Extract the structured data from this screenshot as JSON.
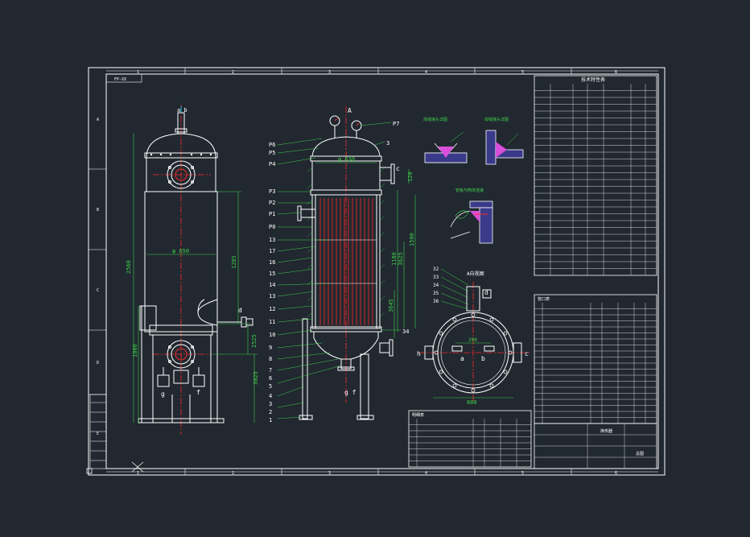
{
  "colors": {
    "background": "#212830",
    "frame": "#ffffff",
    "geometry": "#ffffff",
    "centerline": "#ff2a2a",
    "dimension": "#3fd04a",
    "leader": "#3fd04a",
    "labels": "#ffffff",
    "accent_cyan": "#19c4d8",
    "accent_magenta": "#d94fd9",
    "accent_yellow": "#e8e030",
    "table_text": "#ffffff"
  },
  "sheet": {
    "zone_numbers": [
      "1",
      "2",
      "3",
      "4",
      "5",
      "6"
    ],
    "zone_letters": [
      "A",
      "B",
      "C",
      "D",
      "E"
    ],
    "tag": "FP-XX"
  },
  "left_view": {
    "nozzle_ab": "a b",
    "nozzle_d": "d",
    "nozzle_g": "g",
    "nozzle_f": "f",
    "dim_diameter": "φ 650",
    "dim_2560": "2560",
    "dim_1000": "1000",
    "dim_1285": "1285",
    "dim_2525": "2525",
    "dim_3025": "3025"
  },
  "section_view": {
    "label_a": "A",
    "nozzle_c": "c",
    "nozzle_g_f": "g f",
    "dim_top": "φ 630",
    "dim_1500": "1500",
    "dim_3625": "3625",
    "dim_1180": "1180",
    "dim_3645": "3645",
    "dim_side": "120",
    "part_numbers_left": [
      "P6",
      "P5",
      "P4",
      "P3",
      "P2",
      "P1",
      "P0",
      "13",
      "17",
      "16",
      "15",
      "14",
      "13",
      "12",
      "11",
      "10",
      "9",
      "8",
      "7",
      "6",
      "5",
      "4",
      "3",
      "2",
      "1"
    ],
    "part_numbers_right": [
      "P7",
      "3",
      "34"
    ]
  },
  "plan_view": {
    "title": "A向视图",
    "nozzle_h": "h",
    "nozzle_c": "c",
    "nozzle_d": "d",
    "nozzle_a": "a",
    "nozzle_b": "b",
    "dim_800": "800",
    "dim_200": "200",
    "part_numbers": [
      "32",
      "33",
      "34",
      "35",
      "36"
    ]
  },
  "detail_views": {
    "detail_1": "焊缝接头详图",
    "detail_2": "焊缝接头详图",
    "detail_3": "管板与筒体连接"
  },
  "tables": {
    "tech_title": "技术特性表",
    "nozzle_title": "管口表",
    "parts_title": "明细表",
    "title_block_name": "换热器",
    "title_block_drawing": "总图"
  }
}
